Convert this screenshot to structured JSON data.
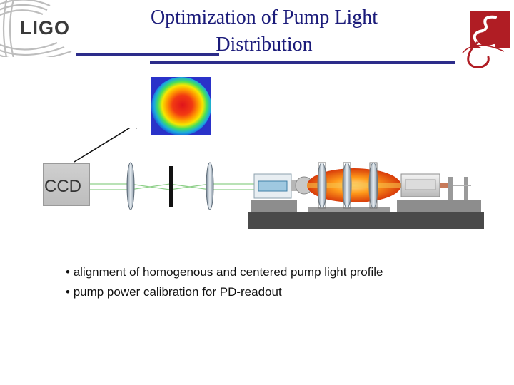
{
  "logo": {
    "text": "LIGO"
  },
  "title": {
    "line1": "Optimization of Pump Light",
    "line2": "Distribution"
  },
  "diagram": {
    "ccd_label": "CCD"
  },
  "bullets": {
    "items": [
      "alignment of homogenous and centered pump light profile",
      "pump power calibration for PD-readout"
    ]
  },
  "colors": {
    "title": "#1b1b7a",
    "rule": "#2c2c8a",
    "emblem": "#b01d24"
  }
}
